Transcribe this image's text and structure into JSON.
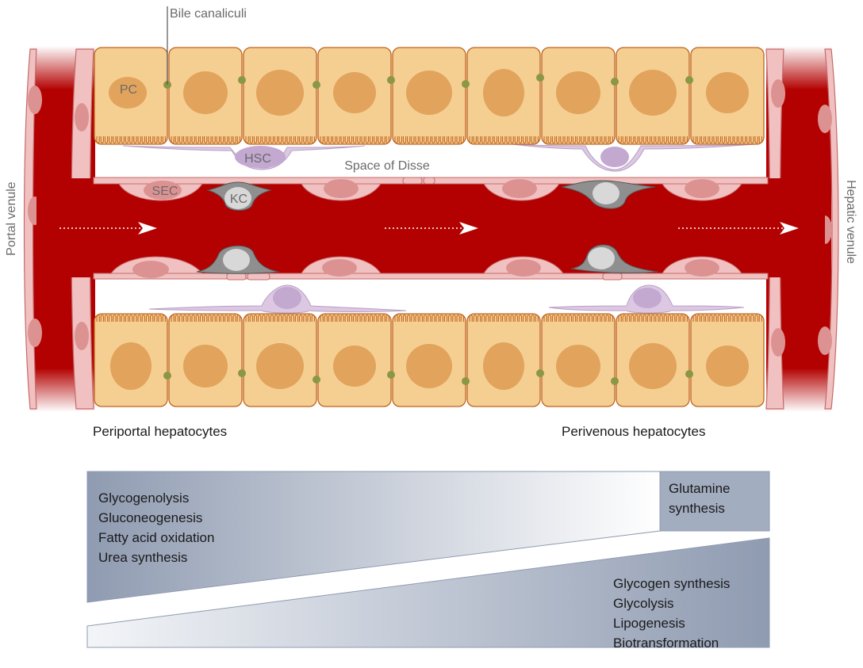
{
  "labels": {
    "bile_canaliculi": "Bile canaliculi",
    "pc": "PC",
    "hsc": "HSC",
    "space_of_disse": "Space of Disse",
    "sec": "SEC",
    "kc": "KC",
    "portal_venule": "Portal venule",
    "hepatic_venule": "Hepatic venule",
    "periportal_hepatocytes": "Periportal hepatocytes",
    "perivenous_hepatocytes": "Perivenous hepatocytes"
  },
  "periportal_functions": [
    "Glycogenolysis",
    "Gluconeogenesis",
    "Fatty acid oxidation",
    "Urea synthesis"
  ],
  "periportal_box": [
    "Glutamine",
    "synthesis"
  ],
  "perivenous_functions": [
    "Glycogen synthesis",
    "Glycolysis",
    "Lipogenesis",
    "Biotransformation"
  ],
  "colors": {
    "blood": "#b30000",
    "hepatocyte": "#f5cf92",
    "hepatocyte_border": "#c0621e",
    "nucleus": "#e2a35c",
    "endothelium": "#f1c1c1",
    "endothelium_nucleus": "#dd9292",
    "kupffer": "#8f8f8f",
    "stellate": "#ddc8e4",
    "canaliculus": "#8a9744",
    "gradient_dark": "#8f9bb1",
    "gradient_light": "#f3f5f8"
  }
}
